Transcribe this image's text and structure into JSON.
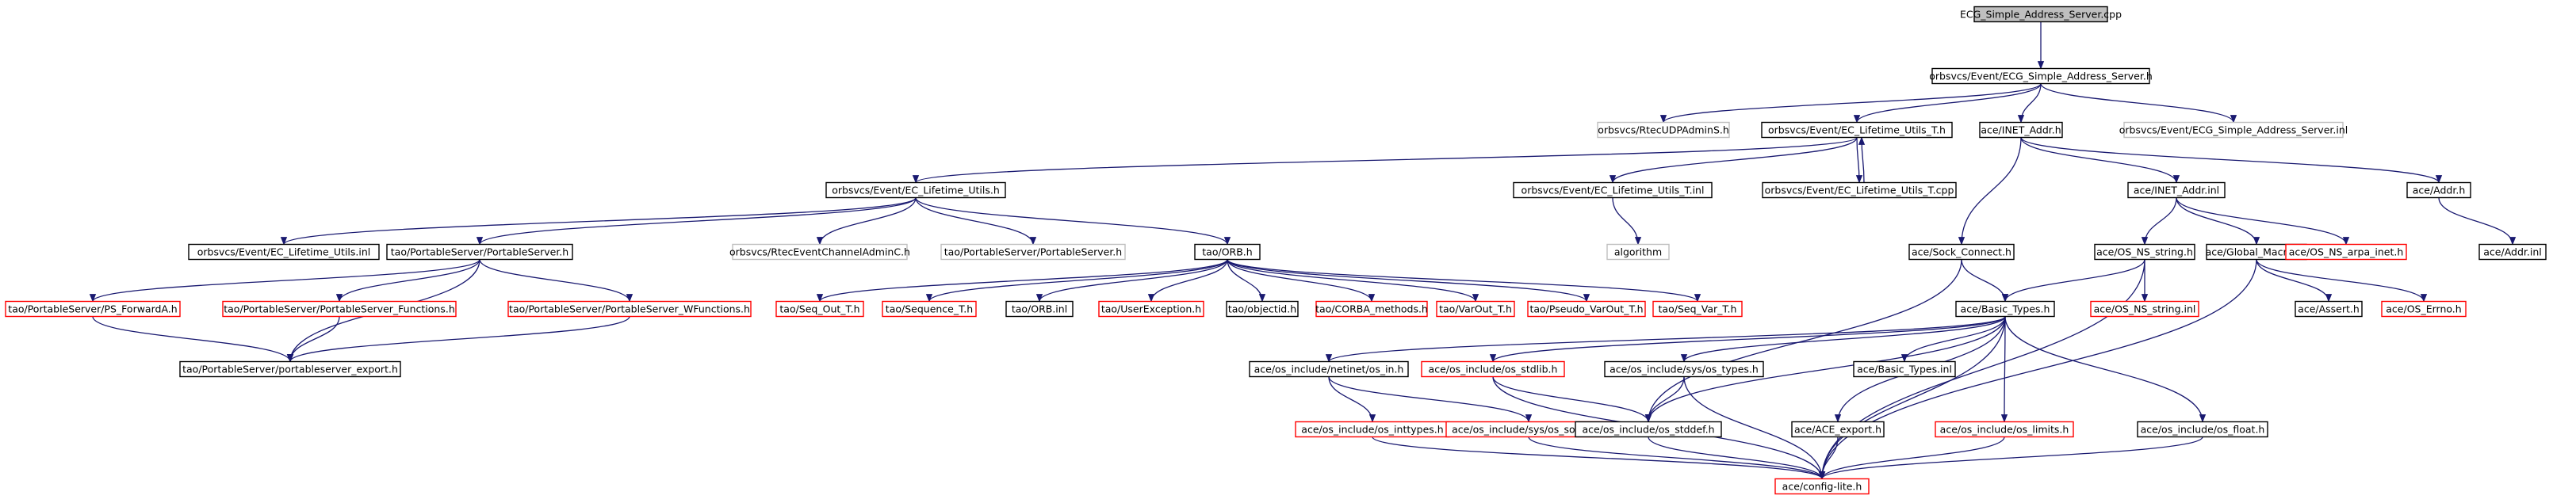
{
  "colors": {
    "root_fill": "#bfbfbf",
    "node_stroke": "#000000",
    "missing_stroke": "#ff0000",
    "external_stroke": "#bfbfbf",
    "external_text": "#7f7f7f",
    "edge": "#191970"
  },
  "nodes": [
    {
      "id": "n0",
      "label": "ECG_Simple_Address_Server.cpp",
      "kind": "root"
    },
    {
      "id": "n1",
      "label": "orbsvcs/Event/ECG_Simple_Address_Server.h",
      "kind": "normal"
    },
    {
      "id": "n2",
      "label": "orbsvcs/RtecUDPAdminS.h",
      "kind": "external"
    },
    {
      "id": "n3",
      "label": "orbsvcs/Event/EC_Lifetime_Utils_T.h",
      "kind": "normal"
    },
    {
      "id": "n4",
      "label": "ace/INET_Addr.h",
      "kind": "normal"
    },
    {
      "id": "n5",
      "label": "orbsvcs/Event/ECG_Simple_Address_Server.inl",
      "kind": "external"
    },
    {
      "id": "n6",
      "label": "orbsvcs/Event/EC_Lifetime_Utils.h",
      "kind": "normal"
    },
    {
      "id": "n7",
      "label": "orbsvcs/Event/EC_Lifetime_Utils_T.inl",
      "kind": "normal"
    },
    {
      "id": "n8",
      "label": "orbsvcs/Event/EC_Lifetime_Utils_T.cpp",
      "kind": "normal"
    },
    {
      "id": "n9",
      "label": "ace/INET_Addr.inl",
      "kind": "normal"
    },
    {
      "id": "n10",
      "label": "ace/Addr.h",
      "kind": "normal"
    },
    {
      "id": "n11",
      "label": "orbsvcs/Event/EC_Lifetime_Utils.inl",
      "kind": "normal"
    },
    {
      "id": "n12",
      "label": "tao/PortableServer/PortableServer.h",
      "kind": "normal"
    },
    {
      "id": "n13",
      "label": "orbsvcs/RtecEventChannelAdminC.h",
      "kind": "external"
    },
    {
      "id": "n14",
      "label": "tao/PortableServer/PortableServer.h",
      "kind": "external"
    },
    {
      "id": "n15",
      "label": "tao/ORB.h",
      "kind": "normal"
    },
    {
      "id": "n16",
      "label": "algorithm",
      "kind": "external"
    },
    {
      "id": "n17",
      "label": "ace/Sock_Connect.h",
      "kind": "normal"
    },
    {
      "id": "n18",
      "label": "ace/OS_NS_string.h",
      "kind": "normal"
    },
    {
      "id": "n19",
      "label": "ace/Global_Macros.h",
      "kind": "normal"
    },
    {
      "id": "n20",
      "label": "ace/OS_NS_arpa_inet.h",
      "kind": "missing"
    },
    {
      "id": "n21",
      "label": "ace/Addr.inl",
      "kind": "normal"
    },
    {
      "id": "n22",
      "label": "tao/PortableServer/PS_ForwardA.h",
      "kind": "missing"
    },
    {
      "id": "n23",
      "label": "tao/PortableServer/PortableServer_Functions.h",
      "kind": "missing"
    },
    {
      "id": "n24",
      "label": "tao/PortableServer/PortableServer_WFunctions.h",
      "kind": "missing"
    },
    {
      "id": "n25",
      "label": "tao/Seq_Out_T.h",
      "kind": "missing"
    },
    {
      "id": "n26",
      "label": "tao/Sequence_T.h",
      "kind": "missing"
    },
    {
      "id": "n27",
      "label": "tao/ORB.inl",
      "kind": "normal"
    },
    {
      "id": "n28",
      "label": "tao/UserException.h",
      "kind": "missing"
    },
    {
      "id": "n29",
      "label": "tao/objectid.h",
      "kind": "normal"
    },
    {
      "id": "n30",
      "label": "tao/CORBA_methods.h",
      "kind": "missing"
    },
    {
      "id": "n31",
      "label": "tao/VarOut_T.h",
      "kind": "missing"
    },
    {
      "id": "n32",
      "label": "tao/Pseudo_VarOut_T.h",
      "kind": "missing"
    },
    {
      "id": "n33",
      "label": "tao/Seq_Var_T.h",
      "kind": "missing"
    },
    {
      "id": "n34",
      "label": "ace/Basic_Types.h",
      "kind": "normal"
    },
    {
      "id": "n35",
      "label": "ace/OS_NS_string.inl",
      "kind": "missing"
    },
    {
      "id": "n36",
      "label": "ace/Assert.h",
      "kind": "normal"
    },
    {
      "id": "n37",
      "label": "ace/OS_Errno.h",
      "kind": "missing"
    },
    {
      "id": "n38",
      "label": "tao/PortableServer/portableserver_export.h",
      "kind": "normal"
    },
    {
      "id": "n39",
      "label": "ace/os_include/netinet/os_in.h",
      "kind": "normal"
    },
    {
      "id": "n40",
      "label": "ace/os_include/os_stdlib.h",
      "kind": "missing"
    },
    {
      "id": "n41",
      "label": "ace/os_include/sys/os_types.h",
      "kind": "normal"
    },
    {
      "id": "n42",
      "label": "ace/Basic_Types.inl",
      "kind": "normal"
    },
    {
      "id": "n43",
      "label": "ace/os_include/os_inttypes.h",
      "kind": "missing"
    },
    {
      "id": "n44",
      "label": "ace/os_include/sys/os_socket.h",
      "kind": "missing"
    },
    {
      "id": "n45",
      "label": "ace/os_include/os_stddef.h",
      "kind": "normal"
    },
    {
      "id": "n46",
      "label": "ace/ACE_export.h",
      "kind": "normal"
    },
    {
      "id": "n47",
      "label": "ace/os_include/os_limits.h",
      "kind": "missing"
    },
    {
      "id": "n48",
      "label": "ace/os_include/os_float.h",
      "kind": "normal"
    },
    {
      "id": "n49",
      "label": "ace/config-lite.h",
      "kind": "missing"
    }
  ],
  "edges": [
    [
      "n0",
      "n1"
    ],
    [
      "n1",
      "n2"
    ],
    [
      "n1",
      "n3"
    ],
    [
      "n1",
      "n4"
    ],
    [
      "n1",
      "n5"
    ],
    [
      "n3",
      "n6"
    ],
    [
      "n3",
      "n7"
    ],
    [
      "n3",
      "n8"
    ],
    [
      "n8",
      "n3"
    ],
    [
      "n4",
      "n17"
    ],
    [
      "n4",
      "n9"
    ],
    [
      "n4",
      "n10"
    ],
    [
      "n6",
      "n11"
    ],
    [
      "n6",
      "n12"
    ],
    [
      "n6",
      "n13"
    ],
    [
      "n6",
      "n14"
    ],
    [
      "n6",
      "n15"
    ],
    [
      "n7",
      "n16"
    ],
    [
      "n9",
      "n18"
    ],
    [
      "n9",
      "n19"
    ],
    [
      "n9",
      "n20"
    ],
    [
      "n10",
      "n21"
    ],
    [
      "n12",
      "n22"
    ],
    [
      "n12",
      "n23"
    ],
    [
      "n12",
      "n24"
    ],
    [
      "n12",
      "n38"
    ],
    [
      "n22",
      "n38"
    ],
    [
      "n23",
      "n38"
    ],
    [
      "n24",
      "n38"
    ],
    [
      "n15",
      "n25"
    ],
    [
      "n15",
      "n26"
    ],
    [
      "n15",
      "n27"
    ],
    [
      "n15",
      "n28"
    ],
    [
      "n15",
      "n29"
    ],
    [
      "n15",
      "n30"
    ],
    [
      "n15",
      "n31"
    ],
    [
      "n15",
      "n32"
    ],
    [
      "n15",
      "n33"
    ],
    [
      "n17",
      "n34"
    ],
    [
      "n17",
      "n45"
    ],
    [
      "n18",
      "n34"
    ],
    [
      "n18",
      "n35"
    ],
    [
      "n18",
      "n49"
    ],
    [
      "n19",
      "n36"
    ],
    [
      "n19",
      "n37"
    ],
    [
      "n19",
      "n49"
    ],
    [
      "n34",
      "n39"
    ],
    [
      "n34",
      "n40"
    ],
    [
      "n34",
      "n41"
    ],
    [
      "n34",
      "n42"
    ],
    [
      "n34",
      "n46"
    ],
    [
      "n34",
      "n47"
    ],
    [
      "n34",
      "n48"
    ],
    [
      "n34",
      "n45"
    ],
    [
      "n34",
      "n49"
    ],
    [
      "n39",
      "n43"
    ],
    [
      "n39",
      "n44"
    ],
    [
      "n40",
      "n45"
    ],
    [
      "n40",
      "n49"
    ],
    [
      "n41",
      "n45"
    ],
    [
      "n41",
      "n49"
    ],
    [
      "n43",
      "n49"
    ],
    [
      "n44",
      "n49"
    ],
    [
      "n45",
      "n49"
    ],
    [
      "n46",
      "n49"
    ],
    [
      "n47",
      "n49"
    ],
    [
      "n48",
      "n49"
    ]
  ]
}
